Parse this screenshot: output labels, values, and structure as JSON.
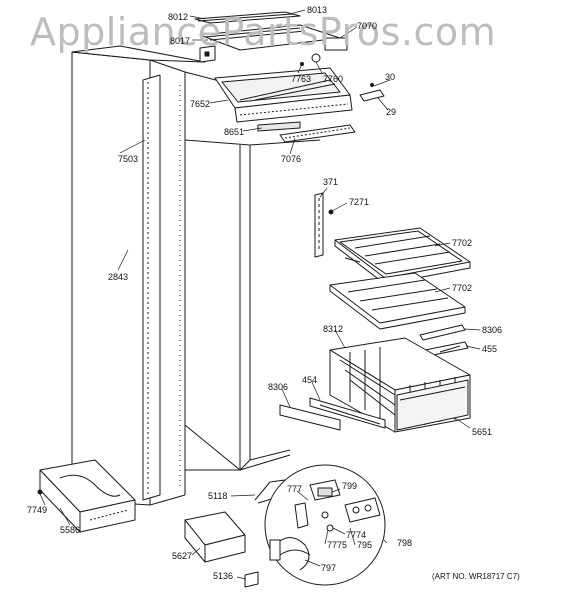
{
  "watermark": "AppliancePartsPros.com",
  "art_number": "(ART NO. WR18717 C7)",
  "part_labels": {
    "p8012": "8012",
    "p8013": "8013",
    "p8017": "8017",
    "p7070": "7070",
    "p7763": "7763",
    "p7760": "7760",
    "p30": "30",
    "p29": "29",
    "p7652": "7652",
    "p8651": "8651",
    "p7076": "7076",
    "p7503": "7503",
    "p371": "371",
    "p7271": "7271",
    "p7702a": "7702",
    "p7702b": "7702",
    "p2843": "2843",
    "p8312": "8312",
    "p8306a": "8306",
    "p455": "455",
    "p8306b": "8306",
    "p454": "454",
    "p5651": "5651",
    "p5118": "5118",
    "p777": "777",
    "p799": "799",
    "p7774": "7774",
    "p7775": "7775",
    "p795": "795",
    "p798": "798",
    "p797": "797",
    "p7749": "7749",
    "p5586": "5586",
    "p5627": "5627",
    "p5136": "5136"
  }
}
